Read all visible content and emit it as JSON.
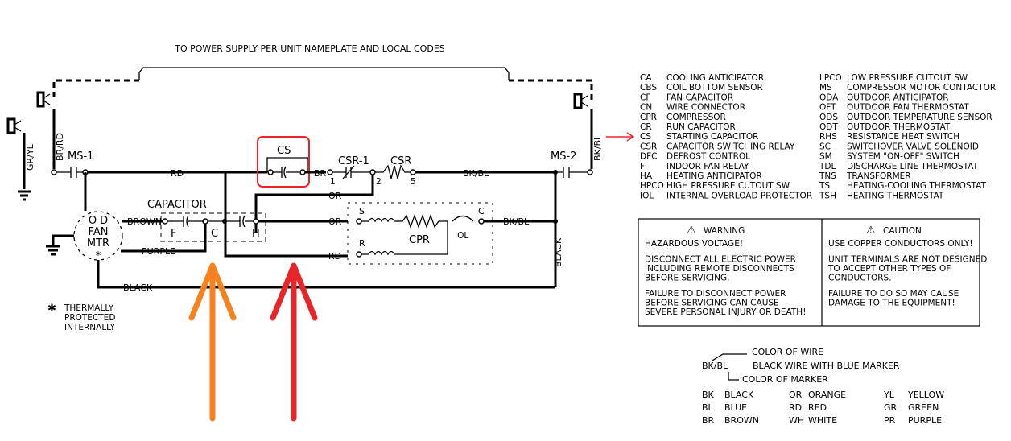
{
  "supply_note": "TO POWER SUPPLY PER UNIT NAMEPLATE AND LOCAL CODES",
  "wire_labels": {
    "br_rd": "BR/RD",
    "gr_yl": "GR/YL",
    "bk_bl_right": "BK/BL",
    "rd_top": "RD",
    "br": "BR",
    "bk_bl_top": "BK/BL",
    "or_1": "OR",
    "brown": "BROWN",
    "or_2": "OR",
    "bk_bl_mid": "BK/BL",
    "purple": "PURPLE",
    "rd_bottom": "RD",
    "black_bottom": "BLACK",
    "black_vertical": "BLACK"
  },
  "components": {
    "ms1": "MS-1",
    "ms2": "MS-2",
    "cs": "CS",
    "csr1": "CSR-1",
    "csr": "CSR",
    "capacitor": "CAPACITOR",
    "cap_f": "F",
    "cap_c": "C",
    "cap_h": "H",
    "csr1_pin1": "1",
    "csr1_pin2": "2",
    "csr1_pin5": "5",
    "cpr": "CPR",
    "cpr_s": "S",
    "cpr_r": "R",
    "cpr_c": "C",
    "iol": "IOL",
    "fan_od": "O D",
    "fan_fan": "FAN",
    "fan_mtr": "MTR",
    "fan_star": "*"
  },
  "thermal_note": {
    "star": "✱",
    "lines": [
      "THERMALLY",
      "PROTECTED",
      "INTERNALLY"
    ]
  },
  "legend_left": [
    {
      "code": "CA",
      "desc": "COOLING ANTICIPATOR"
    },
    {
      "code": "CBS",
      "desc": "COIL BOTTOM SENSOR"
    },
    {
      "code": "CF",
      "desc": "FAN CAPACITOR"
    },
    {
      "code": "CN",
      "desc": "WIRE CONNECTOR"
    },
    {
      "code": "CPR",
      "desc": "COMPRESSOR"
    },
    {
      "code": "CR",
      "desc": "RUN CAPACITOR"
    },
    {
      "code": "CS",
      "desc": "STARTING CAPACITOR"
    },
    {
      "code": "CSR",
      "desc": "CAPACITOR SWITCHING RELAY"
    },
    {
      "code": "DFC",
      "desc": "DEFROST CONTROL"
    },
    {
      "code": "F",
      "desc": "INDOOR FAN RELAY"
    },
    {
      "code": "HA",
      "desc": "HEATING ANTICIPATOR"
    },
    {
      "code": "HPCO",
      "desc": "HIGH PRESSURE CUTOUT SW."
    },
    {
      "code": "IOL",
      "desc": "INTERNAL OVERLOAD PROTECTOR"
    }
  ],
  "legend_right": [
    {
      "code": "LPCO",
      "desc": "LOW PRESSURE CUTOUT SW."
    },
    {
      "code": "MS",
      "desc": "COMPRESSOR MOTOR CONTACTOR"
    },
    {
      "code": "ODA",
      "desc": "OUTDOOR ANTICIPATOR"
    },
    {
      "code": "OFT",
      "desc": "OUTDOOR FAN THERMOSTAT"
    },
    {
      "code": "ODS",
      "desc": "OUTDOOR TEMPERATURE SENSOR"
    },
    {
      "code": "ODT",
      "desc": "OUTDOOR THERMOSTAT"
    },
    {
      "code": "RHS",
      "desc": "RESISTANCE HEAT SWITCH"
    },
    {
      "code": "SC",
      "desc": "SWITCHOVER VALVE SOLENOID"
    },
    {
      "code": "SM",
      "desc": "SYSTEM \"ON-OFF\" SWITCH"
    },
    {
      "code": "TDL",
      "desc": "DISCHARGE LINE THERMOSTAT"
    },
    {
      "code": "TNS",
      "desc": "TRANSFORMER"
    },
    {
      "code": "TS",
      "desc": "HEATING-COOLING THERMOSTAT"
    },
    {
      "code": "TSH",
      "desc": "HEATING THERMOSTAT"
    }
  ],
  "warning": {
    "icon": "⚠",
    "title": "WARNING",
    "paragraphs": [
      [
        "HAZARDOUS VOLTAGE!"
      ],
      [
        "DISCONNECT ALL ELECTRIC POWER",
        "INCLUDING REMOTE DISCONNECTS",
        "BEFORE SERVICING."
      ],
      [
        "FAILURE TO DISCONNECT POWER",
        "BEFORE SERVICING CAN CAUSE",
        "SEVERE PERSONAL INJURY OR DEATH!"
      ]
    ]
  },
  "caution": {
    "icon": "⚠",
    "title": "CAUTION",
    "paragraphs": [
      [
        "USE COPPER CONDUCTORS ONLY!"
      ],
      [
        "UNIT TERMINALS ARE NOT DESIGNED",
        "TO ACCEPT OTHER TYPES OF",
        "CONDUCTORS."
      ],
      [
        "FAILURE TO DO SO MAY CAUSE",
        "DAMAGE TO THE EQUIPMENT!"
      ]
    ]
  },
  "color_key": {
    "color_of_wire": "COLOR OF WIRE",
    "example_code": "BK/BL",
    "example_desc": "BLACK WIRE WITH BLUE MARKER",
    "color_of_marker": "COLOR OF MARKER",
    "rows": [
      [
        {
          "code": "BK",
          "name": "BLACK"
        },
        {
          "code": "OR",
          "name": "ORANGE"
        },
        {
          "code": "YL",
          "name": "YELLOW"
        }
      ],
      [
        {
          "code": "BL",
          "name": "BLUE"
        },
        {
          "code": "RD",
          "name": "RED"
        },
        {
          "code": "GR",
          "name": "GREEN"
        }
      ],
      [
        {
          "code": "BR",
          "name": "BROWN"
        },
        {
          "code": "WH",
          "name": "WHITE"
        },
        {
          "code": "PR",
          "name": "PURPLE"
        }
      ]
    ]
  },
  "annotation_colors": {
    "red": "#e8262a",
    "orange": "#f5821f"
  }
}
